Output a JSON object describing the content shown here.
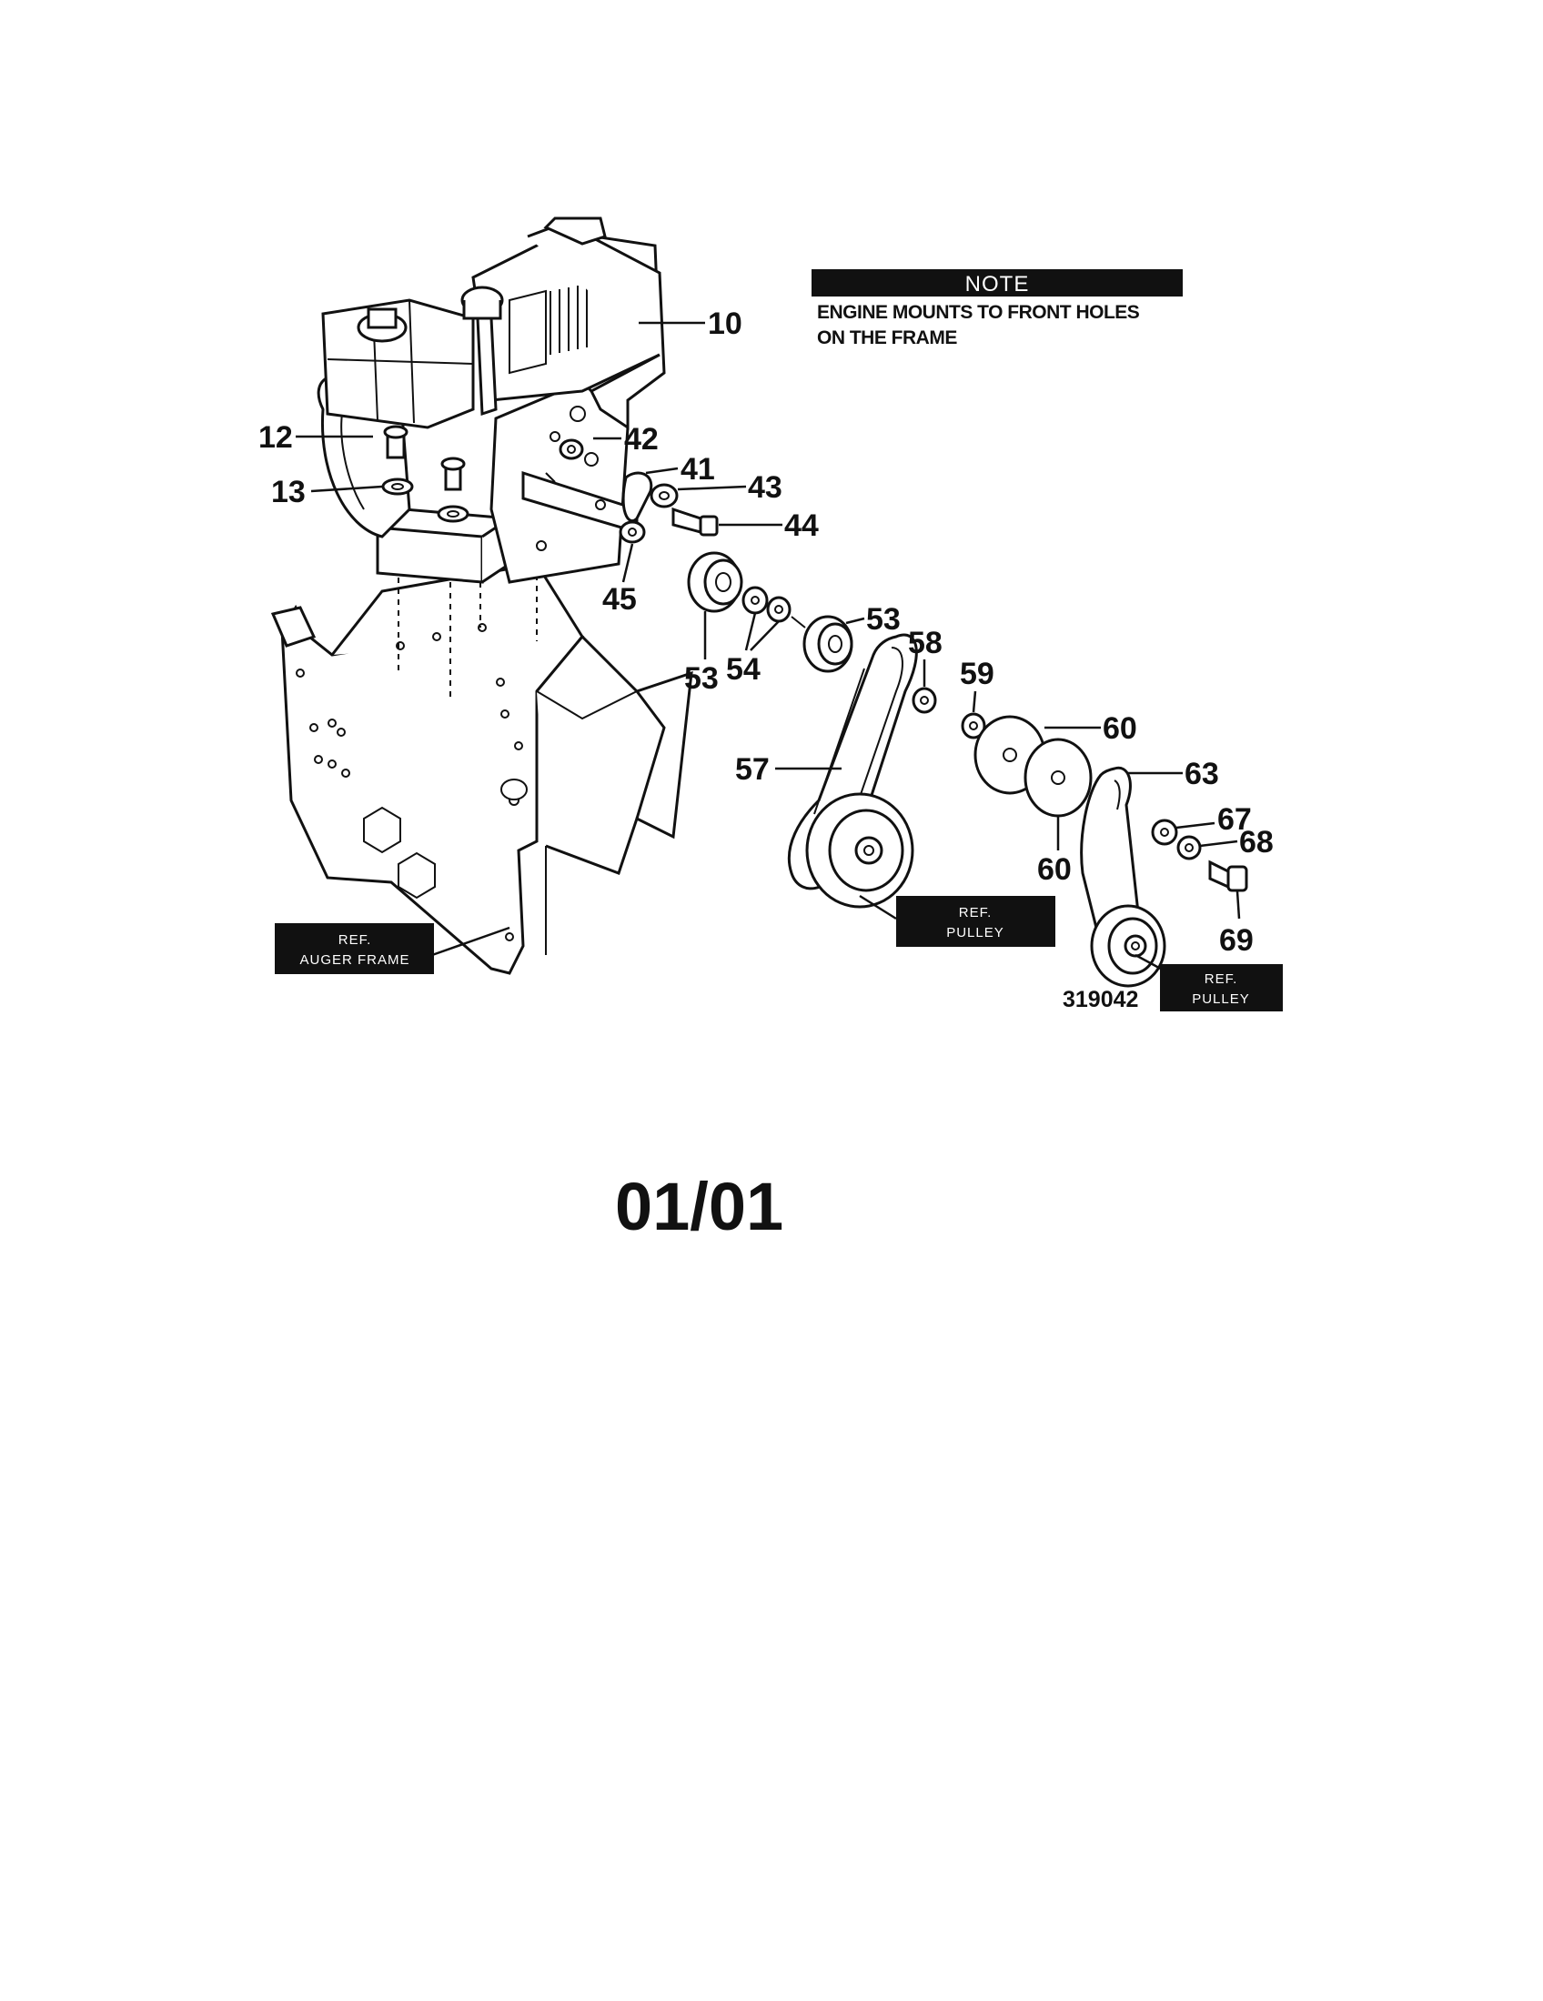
{
  "note": {
    "heading": "NOTE",
    "line1": "ENGINE MOUNTS TO FRONT HOLES",
    "line2": "ON THE FRAME"
  },
  "callouts": [
    "10",
    "12",
    "13",
    "42",
    "41",
    "43",
    "44",
    "45",
    "53",
    "53",
    "54",
    "58",
    "59",
    "57",
    "60",
    "60",
    "63",
    "67",
    "68",
    "69"
  ],
  "ref_labels": {
    "auger_frame": {
      "line1": "REF.",
      "line2": "AUGER FRAME"
    },
    "pulley_1": {
      "line1": "REF.",
      "line2": "PULLEY"
    },
    "pulley_2": {
      "line1": "REF.",
      "line2": "PULLEY"
    }
  },
  "diagram_id": "319042",
  "page_number": "01/01"
}
